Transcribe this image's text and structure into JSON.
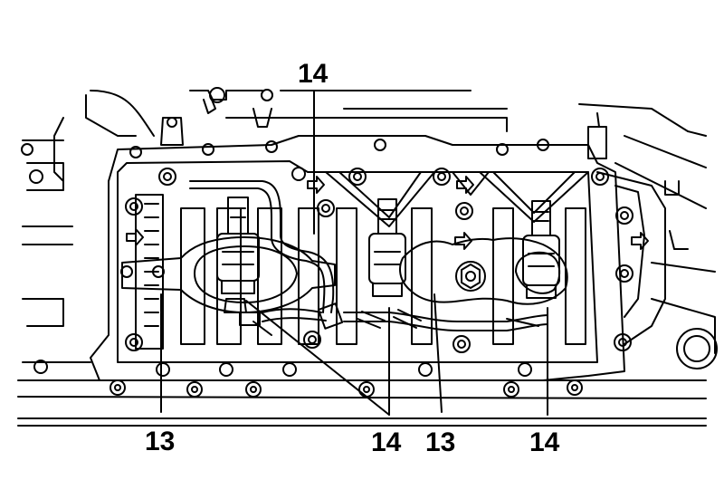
{
  "callouts": {
    "top": "14",
    "bottom_left": "13",
    "bottom_center_left": "14",
    "bottom_center": "13",
    "bottom_right": "14"
  },
  "colors": {
    "line": "#000000",
    "background": "#ffffff"
  }
}
